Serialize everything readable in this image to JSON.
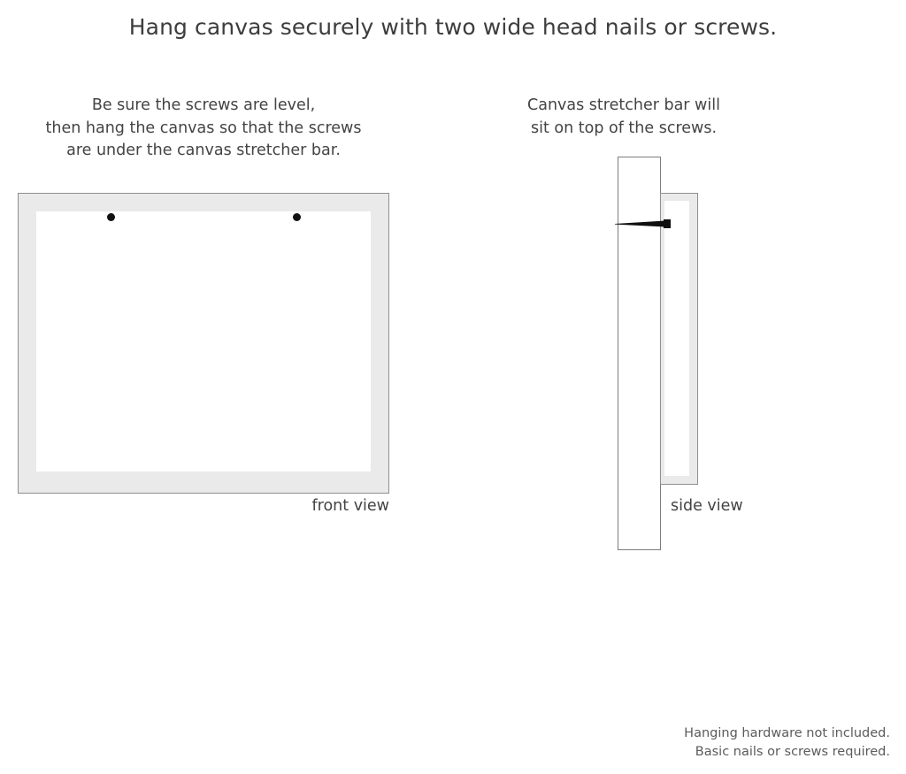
{
  "page": {
    "title": "Hang canvas securely with two wide head nails or screws.",
    "background_color": "#ffffff",
    "text_color": "#3d3d3d"
  },
  "front_panel": {
    "caption_lines": [
      "Be sure the screws are level,",
      "then hang the canvas so that the screws",
      "are under the canvas stretcher bar."
    ],
    "view_label": "front view",
    "frame_color": "#eaeaea",
    "frame_border_color": "#8e8e8e",
    "canvas_face_color": "#ffffff",
    "screw_color": "#111111",
    "screw_count": 2
  },
  "side_panel": {
    "caption_lines": [
      "Canvas stretcher bar will",
      "sit on top of the screws."
    ],
    "view_label": "side view",
    "wall_color": "#ffffff",
    "wall_border_color": "#7d7d7d",
    "stretcher_bar_color": "#eaeaea",
    "stretcher_bar_border_color": "#8e8e8e",
    "screw_color": "#111111"
  },
  "footer": {
    "lines": [
      "Hanging hardware not included.",
      "Basic nails or screws required."
    ],
    "color": "#5b5b5b"
  }
}
